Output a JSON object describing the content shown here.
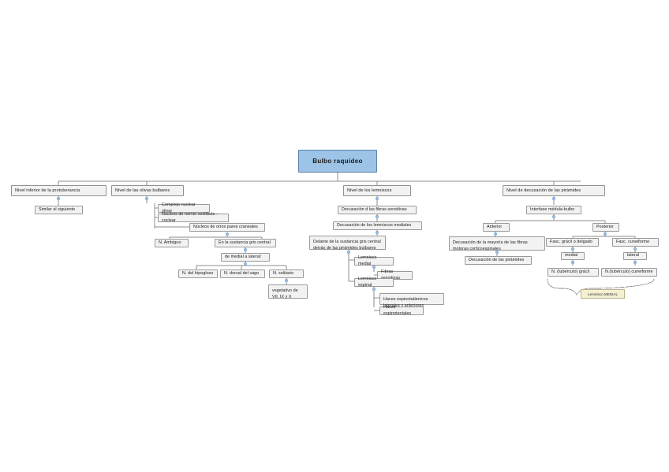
{
  "diagram": {
    "type": "mind-map",
    "title": "Bulbo raquideo",
    "colors": {
      "root_fill": "#9dc3e6",
      "root_border": "#5b82a8",
      "node_fill": "#f2f2f2",
      "node_border": "#9a9a9a",
      "note_fill": "#f5f0d2",
      "note_border": "#b9b28c",
      "connector": "#8c8c8c",
      "connector_dot": "#a9c7e8"
    }
  },
  "root": {
    "label": "Bulbo raquideo"
  },
  "branches": [
    {
      "id": "protuberancia",
      "label": "Nivel inferior de la protuberancia",
      "children": [
        {
          "label": "Similar al siguiente"
        }
      ]
    },
    {
      "id": "olivas",
      "label": "Nivel de las olivas bulbares",
      "children": [
        {
          "label": "Complejo nuclear olivar"
        },
        {
          "label": "Núcleos de nervio vestíbulo –coclear"
        },
        {
          "label": "Núcleos de otros pares craneales"
        },
        {
          "label": "N. Ambiguo"
        },
        {
          "label": "En la sustancia gris central"
        },
        {
          "label": "de medial a lateral:"
        },
        {
          "label": "N. del hipogloso"
        },
        {
          "label": "N. dorsal del vago"
        },
        {
          "label": "N. solitario"
        },
        {
          "label": "vegetativo de VII, IX y X"
        }
      ]
    },
    {
      "id": "lemniscos",
      "label": "Nivel de los lemniscos",
      "children": [
        {
          "label": "Decusación d las fibras sensitivas"
        },
        {
          "label": "Decusación de los lemniscos mediales"
        },
        {
          "label": "Delante de la sustancia gris central detrás de las pirámides bulbares"
        },
        {
          "label": "Lemnisco medial"
        },
        {
          "label": "Fibras sensitivas"
        },
        {
          "label": "Lemnisco espinal"
        },
        {
          "label": "Haces espinotalámicos laterales y anteriores"
        },
        {
          "label": "Haces espinotectales"
        }
      ]
    },
    {
      "id": "piramides",
      "label": "Nivel de decusación de las pirámides",
      "children": [
        {
          "label": "Interfase médula-bulbo"
        },
        {
          "label": "Anterior"
        },
        {
          "label": "Posterior"
        },
        {
          "label": "Decusación de la mayoría de las fibras motoras corticoespinales"
        },
        {
          "label": "Decusación de las pirámides"
        },
        {
          "label": "Fasc. grácil o delgado"
        },
        {
          "label": "Fasc. cuneiforme"
        },
        {
          "label": "medial"
        },
        {
          "label": "lateral"
        },
        {
          "label": "N. (tubérculo) grácil"
        },
        {
          "label": "N.(tubérculo) cuneiforme"
        }
      ]
    }
  ],
  "note": {
    "label": "Lemnisco MEDIAL"
  }
}
